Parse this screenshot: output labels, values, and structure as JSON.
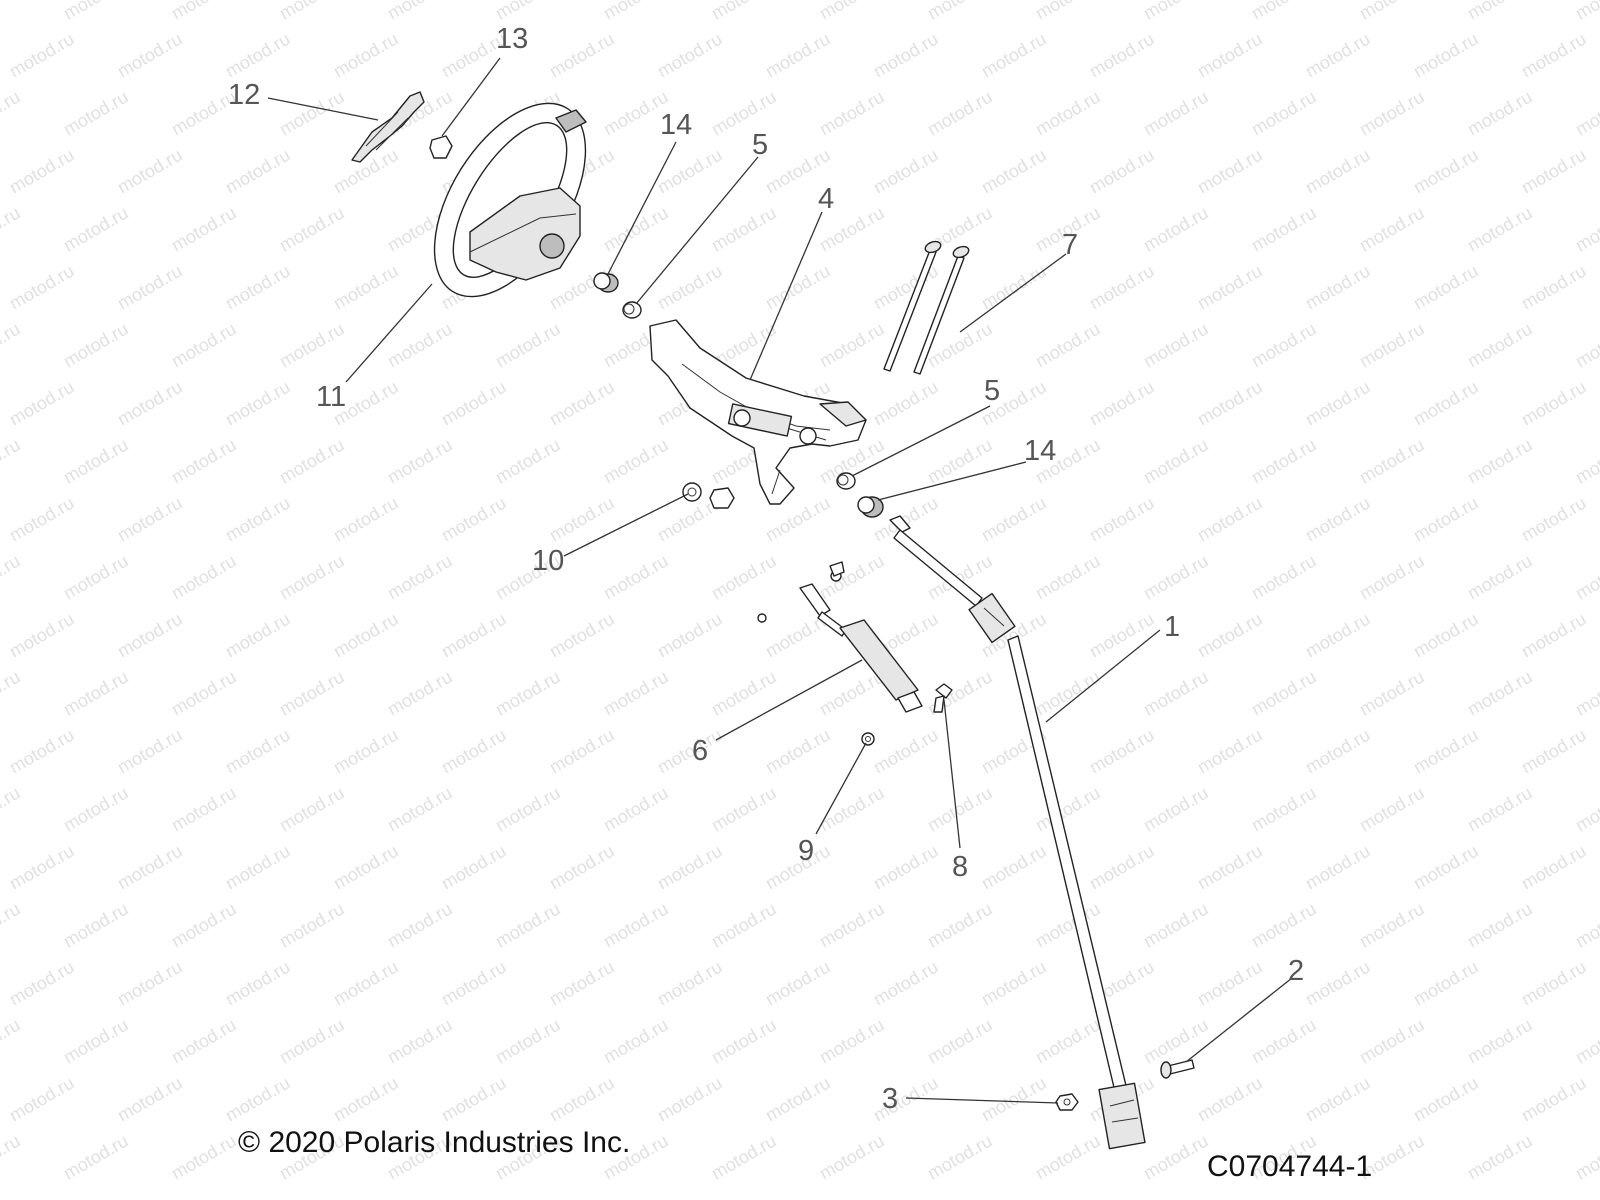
{
  "diagram": {
    "callouts": [
      {
        "id": "1",
        "label": "1"
      },
      {
        "id": "2",
        "label": "2"
      },
      {
        "id": "3",
        "label": "3"
      },
      {
        "id": "4",
        "label": "4"
      },
      {
        "id": "5a",
        "label": "5"
      },
      {
        "id": "5b",
        "label": "5"
      },
      {
        "id": "6",
        "label": "6"
      },
      {
        "id": "7",
        "label": "7"
      },
      {
        "id": "8",
        "label": "8"
      },
      {
        "id": "9",
        "label": "9"
      },
      {
        "id": "10",
        "label": "10"
      },
      {
        "id": "11",
        "label": "11"
      },
      {
        "id": "12",
        "label": "12"
      },
      {
        "id": "13",
        "label": "13"
      },
      {
        "id": "14a",
        "label": "14"
      },
      {
        "id": "14b",
        "label": "14"
      }
    ],
    "watermark": "motod.ru",
    "copyright": "© 2020 Polaris Industries Inc.",
    "drawing_code": "C0704744-1"
  }
}
